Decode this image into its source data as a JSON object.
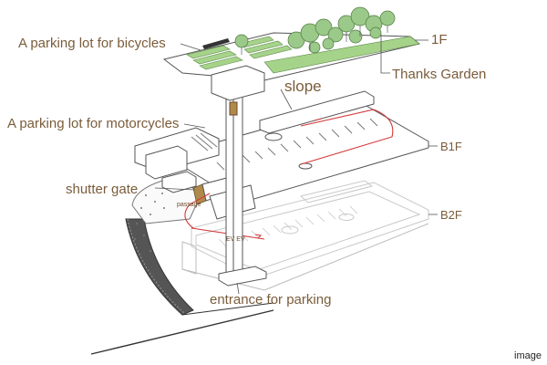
{
  "labels": {
    "bicycles": "A parking lot for bicycles",
    "floor_1f": "1F",
    "thanks_garden": "Thanks Garden",
    "slope": "slope",
    "motorcycles": "A parking lot for motorcycles",
    "floor_b1f": "B1F",
    "shutter_gate": "shutter gate",
    "passage": "passage",
    "floor_b2f": "B2F",
    "ev": "EV EV",
    "entrance": "entrance for parking",
    "image": "image"
  },
  "colors": {
    "label_text": "#7a5c3a",
    "route_line": "#d43a3a",
    "garden_green": "#a6d38a",
    "tree_green": "#9bc98a",
    "structure_line": "#555555",
    "b2_line": "#c8c8c8",
    "shutter": "#b08a4a",
    "ramp_road": "#444444"
  }
}
